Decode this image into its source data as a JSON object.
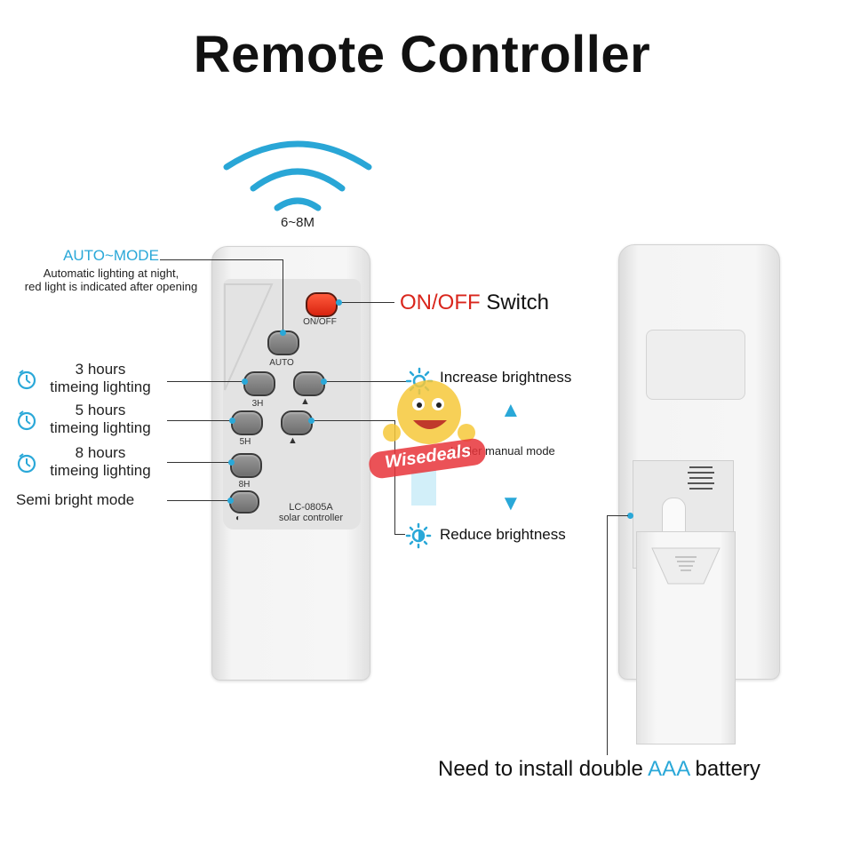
{
  "title": "Remote Controller",
  "range": "6~8M",
  "auto_mode": {
    "title_part1": "AUTO",
    "title_sep": "~",
    "title_part2": "MODE",
    "line1": "Automatic lighting at night,",
    "line2": "red light is indicated after opening"
  },
  "onoff": {
    "red_text": "ON/OFF",
    "rest_text": " Switch",
    "button_label": "ON/OFF"
  },
  "timers": [
    {
      "line1": "3 hours",
      "line2": "timeing lighting",
      "button_label": "3H"
    },
    {
      "line1": "5 hours",
      "line2": "timeing lighting",
      "button_label": "5H"
    },
    {
      "line1": "8 hours",
      "line2": "timeing lighting",
      "button_label": "8H"
    }
  ],
  "semi_bright": "Semi bright mode",
  "auto_button_label": "AUTO",
  "increase": "Increase brightness",
  "reduce": "Reduce brightness",
  "manual": "Under manual mode",
  "model": {
    "line1": "LC-0805A",
    "line2": "solar controller"
  },
  "battery": {
    "part1": "Need to install double ",
    "blue": "AAA",
    "part2": " battery"
  },
  "watermark": "Wisedeals",
  "colors": {
    "accent_blue": "#2aa8d8",
    "red": "#d9261c",
    "button_gray": "#7d7d7d"
  }
}
